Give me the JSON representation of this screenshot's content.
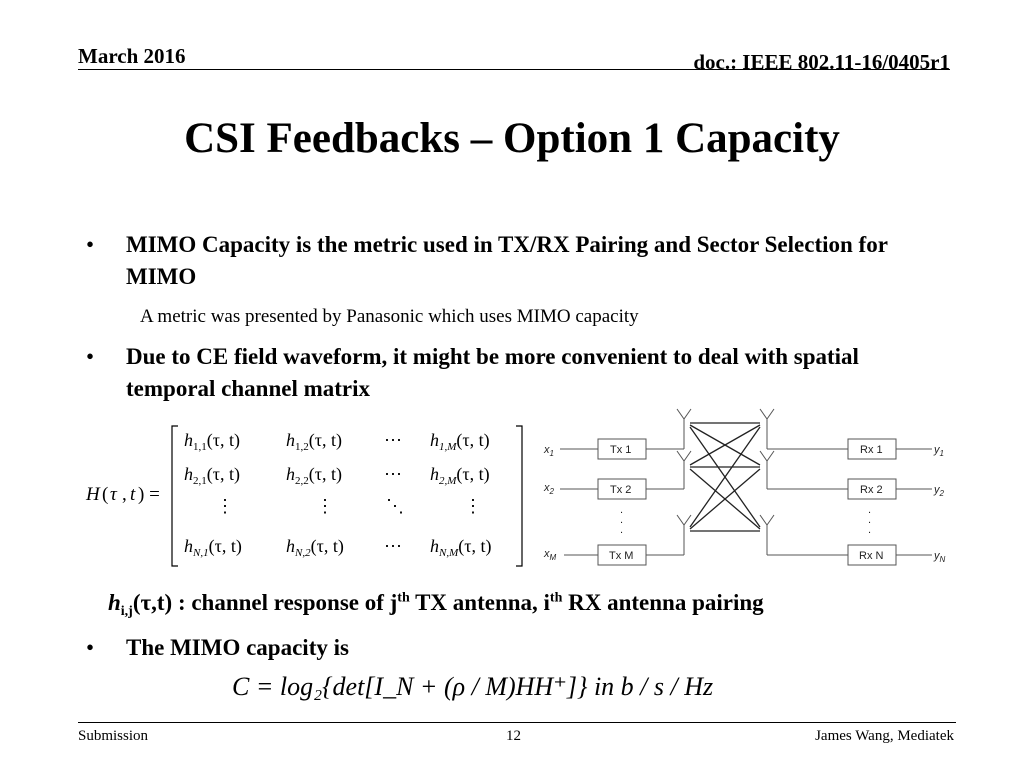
{
  "header": {
    "date": "March 2016",
    "doc_id": "doc.: IEEE 802.11-16/0405r1"
  },
  "slide": {
    "title": "CSI Feedbacks – Option 1 Capacity",
    "bullets": [
      {
        "text": "MIMO Capacity is the metric used in TX/RX Pairing and Sector Selection for MIMO"
      },
      {
        "sub": "A metric was presented by Panasonic which uses MIMO capacity"
      },
      {
        "text": "Due to CE field waveform, it might be more convenient to deal with spatial temporal channel matrix"
      }
    ],
    "matrix_lhs": "H(τ,t) =",
    "h_definition_suffix": "(τ,t) : channel response of j",
    "h_definition_mid": " TX antenna, i",
    "h_definition_end": " RX antenna pairing",
    "sup_th": "th",
    "bullet3": "The MIMO capacity is",
    "capacity_formula": "C = log₂{det[I_N + (ρ / M)HH⁺]}  in  b / s / Hz"
  },
  "diagram": {
    "tx_blocks": [
      "Tx 1",
      "Tx 2",
      "Tx M"
    ],
    "rx_blocks": [
      "Rx 1",
      "Rx 2",
      "Rx N"
    ],
    "inputs": [
      "x1",
      "x2",
      "xM"
    ],
    "outputs": [
      "y1",
      "y2",
      "yN"
    ]
  },
  "footer": {
    "left": "Submission",
    "page": "12",
    "author": "James Wang, Mediatek"
  }
}
